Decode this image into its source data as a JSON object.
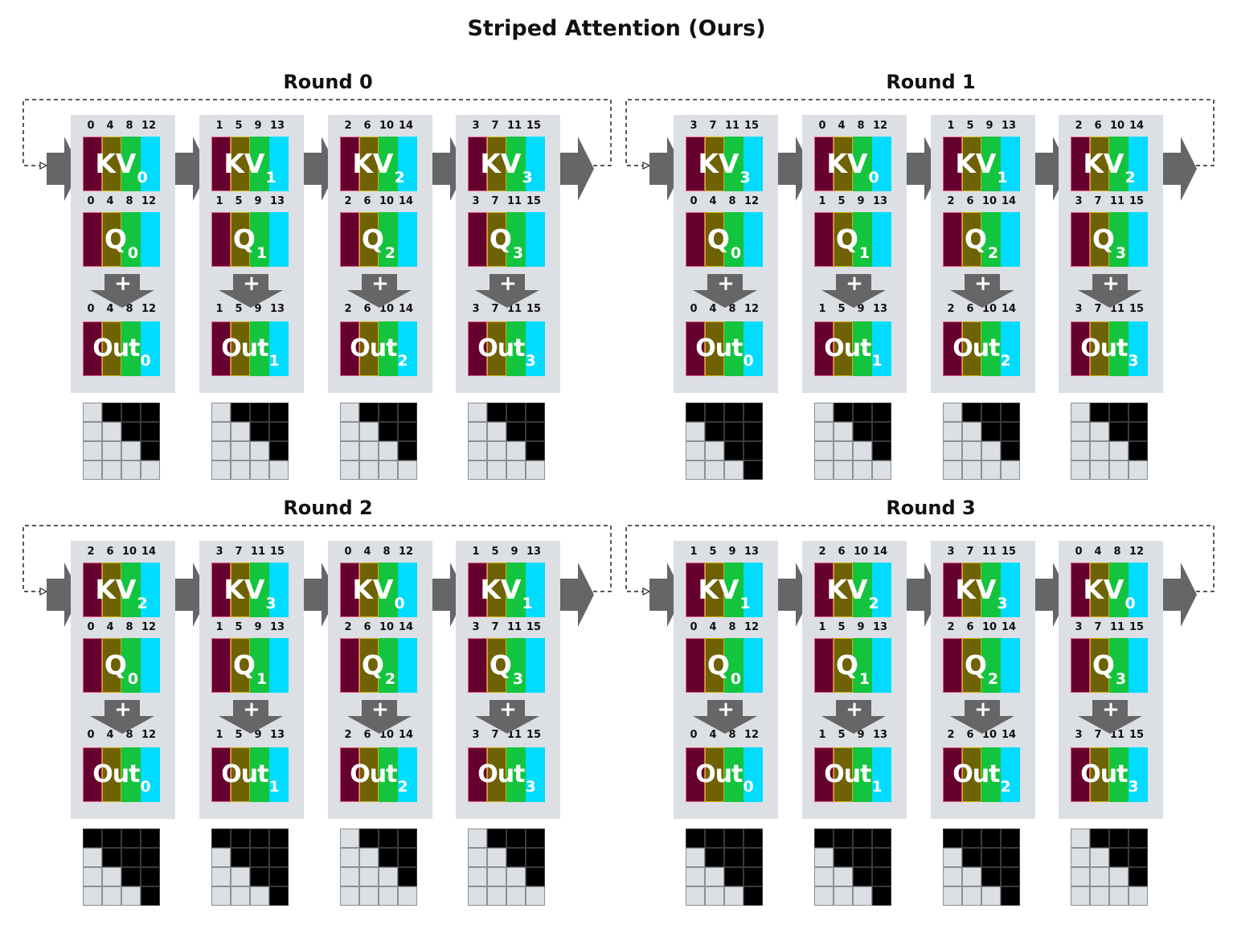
{
  "title": "Striped Attention (Ours)",
  "colors": {
    "stripe0": "#66002e",
    "stripe1": "#6f6204",
    "stripe2": "#13c43f",
    "stripe3": "#00dcff",
    "device_bg": "#dcdfe3",
    "arrow": "#666666",
    "mask_on": "#000000"
  },
  "rounds": [
    {
      "title": "Round 0",
      "devices": [
        {
          "kv_label": "KV",
          "kv_sub": "0",
          "kv_idx": [
            "0",
            "4",
            "8",
            "12"
          ],
          "q_label": "Q",
          "q_sub": "0",
          "q_idx": [
            "0",
            "4",
            "8",
            "12"
          ],
          "plus": "+",
          "out_label": "Out",
          "out_sub": "0",
          "out_idx": [
            "0",
            "4",
            "8",
            "12"
          ],
          "mask": [
            [
              0,
              1,
              1,
              1
            ],
            [
              0,
              0,
              1,
              1
            ],
            [
              0,
              0,
              0,
              1
            ],
            [
              0,
              0,
              0,
              0
            ]
          ]
        },
        {
          "kv_label": "KV",
          "kv_sub": "1",
          "kv_idx": [
            "1",
            "5",
            "9",
            "13"
          ],
          "q_label": "Q",
          "q_sub": "1",
          "q_idx": [
            "1",
            "5",
            "9",
            "13"
          ],
          "plus": "+",
          "out_label": "Out",
          "out_sub": "1",
          "out_idx": [
            "1",
            "5",
            "9",
            "13"
          ],
          "mask": [
            [
              0,
              1,
              1,
              1
            ],
            [
              0,
              0,
              1,
              1
            ],
            [
              0,
              0,
              0,
              1
            ],
            [
              0,
              0,
              0,
              0
            ]
          ]
        },
        {
          "kv_label": "KV",
          "kv_sub": "2",
          "kv_idx": [
            "2",
            "6",
            "10",
            "14"
          ],
          "q_label": "Q",
          "q_sub": "2",
          "q_idx": [
            "2",
            "6",
            "10",
            "14"
          ],
          "plus": "+",
          "out_label": "Out",
          "out_sub": "2",
          "out_idx": [
            "2",
            "6",
            "10",
            "14"
          ],
          "mask": [
            [
              0,
              1,
              1,
              1
            ],
            [
              0,
              0,
              1,
              1
            ],
            [
              0,
              0,
              0,
              1
            ],
            [
              0,
              0,
              0,
              0
            ]
          ]
        },
        {
          "kv_label": "KV",
          "kv_sub": "3",
          "kv_idx": [
            "3",
            "7",
            "11",
            "15"
          ],
          "q_label": "Q",
          "q_sub": "3",
          "q_idx": [
            "3",
            "7",
            "11",
            "15"
          ],
          "plus": "+",
          "out_label": "Out",
          "out_sub": "3",
          "out_idx": [
            "3",
            "7",
            "11",
            "15"
          ],
          "mask": [
            [
              0,
              1,
              1,
              1
            ],
            [
              0,
              0,
              1,
              1
            ],
            [
              0,
              0,
              0,
              1
            ],
            [
              0,
              0,
              0,
              0
            ]
          ]
        }
      ]
    },
    {
      "title": "Round 1",
      "devices": [
        {
          "kv_label": "KV",
          "kv_sub": "3",
          "kv_idx": [
            "3",
            "7",
            "11",
            "15"
          ],
          "q_label": "Q",
          "q_sub": "0",
          "q_idx": [
            "0",
            "4",
            "8",
            "12"
          ],
          "plus": "+",
          "out_label": "Out",
          "out_sub": "0",
          "out_idx": [
            "0",
            "4",
            "8",
            "12"
          ],
          "mask": [
            [
              1,
              1,
              1,
              1
            ],
            [
              0,
              1,
              1,
              1
            ],
            [
              0,
              0,
              1,
              1
            ],
            [
              0,
              0,
              0,
              1
            ]
          ]
        },
        {
          "kv_label": "KV",
          "kv_sub": "0",
          "kv_idx": [
            "0",
            "4",
            "8",
            "12"
          ],
          "q_label": "Q",
          "q_sub": "1",
          "q_idx": [
            "1",
            "5",
            "9",
            "13"
          ],
          "plus": "+",
          "out_label": "Out",
          "out_sub": "1",
          "out_idx": [
            "1",
            "5",
            "9",
            "13"
          ],
          "mask": [
            [
              0,
              1,
              1,
              1
            ],
            [
              0,
              0,
              1,
              1
            ],
            [
              0,
              0,
              0,
              1
            ],
            [
              0,
              0,
              0,
              0
            ]
          ]
        },
        {
          "kv_label": "KV",
          "kv_sub": "1",
          "kv_idx": [
            "1",
            "5",
            "9",
            "13"
          ],
          "q_label": "Q",
          "q_sub": "2",
          "q_idx": [
            "2",
            "6",
            "10",
            "14"
          ],
          "plus": "+",
          "out_label": "Out",
          "out_sub": "2",
          "out_idx": [
            "2",
            "6",
            "10",
            "14"
          ],
          "mask": [
            [
              0,
              1,
              1,
              1
            ],
            [
              0,
              0,
              1,
              1
            ],
            [
              0,
              0,
              0,
              1
            ],
            [
              0,
              0,
              0,
              0
            ]
          ]
        },
        {
          "kv_label": "KV",
          "kv_sub": "2",
          "kv_idx": [
            "2",
            "6",
            "10",
            "14"
          ],
          "q_label": "Q",
          "q_sub": "3",
          "q_idx": [
            "3",
            "7",
            "11",
            "15"
          ],
          "plus": "+",
          "out_label": "Out",
          "out_sub": "3",
          "out_idx": [
            "3",
            "7",
            "11",
            "15"
          ],
          "mask": [
            [
              0,
              1,
              1,
              1
            ],
            [
              0,
              0,
              1,
              1
            ],
            [
              0,
              0,
              0,
              1
            ],
            [
              0,
              0,
              0,
              0
            ]
          ]
        }
      ]
    },
    {
      "title": "Round 2",
      "devices": [
        {
          "kv_label": "KV",
          "kv_sub": "2",
          "kv_idx": [
            "2",
            "6",
            "10",
            "14"
          ],
          "q_label": "Q",
          "q_sub": "0",
          "q_idx": [
            "0",
            "4",
            "8",
            "12"
          ],
          "plus": "+",
          "out_label": "Out",
          "out_sub": "0",
          "out_idx": [
            "0",
            "4",
            "8",
            "12"
          ],
          "mask": [
            [
              1,
              1,
              1,
              1
            ],
            [
              0,
              1,
              1,
              1
            ],
            [
              0,
              0,
              1,
              1
            ],
            [
              0,
              0,
              0,
              1
            ]
          ]
        },
        {
          "kv_label": "KV",
          "kv_sub": "3",
          "kv_idx": [
            "3",
            "7",
            "11",
            "15"
          ],
          "q_label": "Q",
          "q_sub": "1",
          "q_idx": [
            "1",
            "5",
            "9",
            "13"
          ],
          "plus": "+",
          "out_label": "Out",
          "out_sub": "1",
          "out_idx": [
            "1",
            "5",
            "9",
            "13"
          ],
          "mask": [
            [
              1,
              1,
              1,
              1
            ],
            [
              0,
              1,
              1,
              1
            ],
            [
              0,
              0,
              1,
              1
            ],
            [
              0,
              0,
              0,
              1
            ]
          ]
        },
        {
          "kv_label": "KV",
          "kv_sub": "0",
          "kv_idx": [
            "0",
            "4",
            "8",
            "12"
          ],
          "q_label": "Q",
          "q_sub": "2",
          "q_idx": [
            "2",
            "6",
            "10",
            "14"
          ],
          "plus": "+",
          "out_label": "Out",
          "out_sub": "2",
          "out_idx": [
            "2",
            "6",
            "10",
            "14"
          ],
          "mask": [
            [
              0,
              1,
              1,
              1
            ],
            [
              0,
              0,
              1,
              1
            ],
            [
              0,
              0,
              0,
              1
            ],
            [
              0,
              0,
              0,
              0
            ]
          ]
        },
        {
          "kv_label": "KV",
          "kv_sub": "1",
          "kv_idx": [
            "1",
            "5",
            "9",
            "13"
          ],
          "q_label": "Q",
          "q_sub": "3",
          "q_idx": [
            "3",
            "7",
            "11",
            "15"
          ],
          "plus": "+",
          "out_label": "Out",
          "out_sub": "3",
          "out_idx": [
            "3",
            "7",
            "11",
            "15"
          ],
          "mask": [
            [
              0,
              1,
              1,
              1
            ],
            [
              0,
              0,
              1,
              1
            ],
            [
              0,
              0,
              0,
              1
            ],
            [
              0,
              0,
              0,
              0
            ]
          ]
        }
      ]
    },
    {
      "title": "Round 3",
      "devices": [
        {
          "kv_label": "KV",
          "kv_sub": "1",
          "kv_idx": [
            "1",
            "5",
            "9",
            "13"
          ],
          "q_label": "Q",
          "q_sub": "0",
          "q_idx": [
            "0",
            "4",
            "8",
            "12"
          ],
          "plus": "+",
          "out_label": "Out",
          "out_sub": "0",
          "out_idx": [
            "0",
            "4",
            "8",
            "12"
          ],
          "mask": [
            [
              1,
              1,
              1,
              1
            ],
            [
              0,
              1,
              1,
              1
            ],
            [
              0,
              0,
              1,
              1
            ],
            [
              0,
              0,
              0,
              1
            ]
          ]
        },
        {
          "kv_label": "KV",
          "kv_sub": "2",
          "kv_idx": [
            "2",
            "6",
            "10",
            "14"
          ],
          "q_label": "Q",
          "q_sub": "1",
          "q_idx": [
            "1",
            "5",
            "9",
            "13"
          ],
          "plus": "+",
          "out_label": "Out",
          "out_sub": "1",
          "out_idx": [
            "1",
            "5",
            "9",
            "13"
          ],
          "mask": [
            [
              1,
              1,
              1,
              1
            ],
            [
              0,
              1,
              1,
              1
            ],
            [
              0,
              0,
              1,
              1
            ],
            [
              0,
              0,
              0,
              1
            ]
          ]
        },
        {
          "kv_label": "KV",
          "kv_sub": "3",
          "kv_idx": [
            "3",
            "7",
            "11",
            "15"
          ],
          "q_label": "Q",
          "q_sub": "2",
          "q_idx": [
            "2",
            "6",
            "10",
            "14"
          ],
          "plus": "+",
          "out_label": "Out",
          "out_sub": "2",
          "out_idx": [
            "2",
            "6",
            "10",
            "14"
          ],
          "mask": [
            [
              1,
              1,
              1,
              1
            ],
            [
              0,
              1,
              1,
              1
            ],
            [
              0,
              0,
              1,
              1
            ],
            [
              0,
              0,
              0,
              1
            ]
          ]
        },
        {
          "kv_label": "KV",
          "kv_sub": "0",
          "kv_idx": [
            "0",
            "4",
            "8",
            "12"
          ],
          "q_label": "Q",
          "q_sub": "3",
          "q_idx": [
            "3",
            "7",
            "11",
            "15"
          ],
          "plus": "+",
          "out_label": "Out",
          "out_sub": "3",
          "out_idx": [
            "3",
            "7",
            "11",
            "15"
          ],
          "mask": [
            [
              0,
              1,
              1,
              1
            ],
            [
              0,
              0,
              1,
              1
            ],
            [
              0,
              0,
              0,
              1
            ],
            [
              0,
              0,
              0,
              0
            ]
          ]
        }
      ]
    }
  ]
}
